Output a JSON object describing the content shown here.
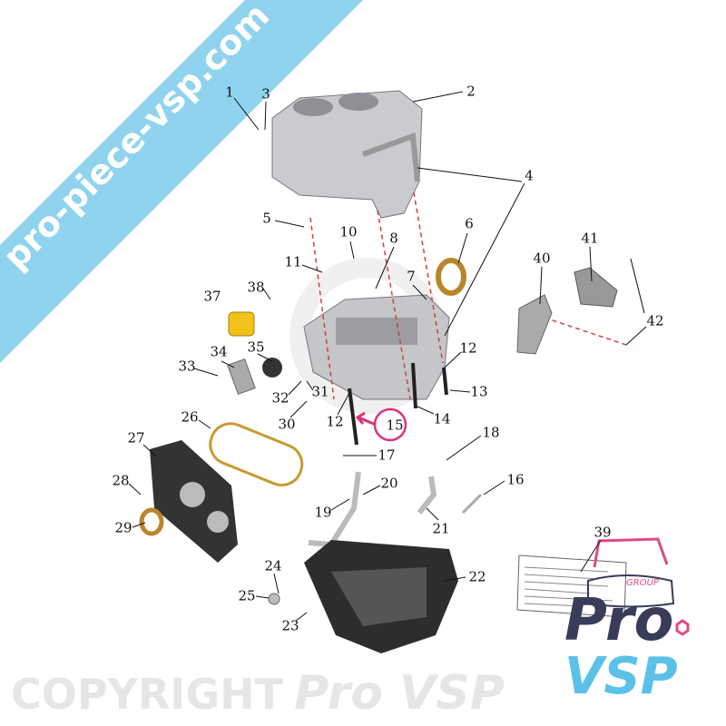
{
  "banner": {
    "text": "pro-piece-vsp.com",
    "color": "#8fd3ee"
  },
  "watermark": {
    "text": "COPYRIGHT",
    "brand": "Pro VSP"
  },
  "highlight": {
    "callout": "15",
    "color": "#e0307a"
  },
  "callouts": [
    "1",
    "2",
    "3",
    "4",
    "5",
    "6",
    "7",
    "8",
    "10",
    "11",
    "12",
    "12",
    "13",
    "14",
    "15",
    "16",
    "17",
    "18",
    "19",
    "20",
    "21",
    "22",
    "23",
    "24",
    "25",
    "26",
    "27",
    "28",
    "29",
    "30",
    "31",
    "32",
    "33",
    "34",
    "35",
    "37",
    "38",
    "39",
    "40",
    "41",
    "42"
  ],
  "logo": {
    "line1": "Pro",
    "line2": "VSP",
    "tag": "GROUP",
    "colors": {
      "pro": "#383c58",
      "vsp": "#5cc1e8",
      "accent": "#e04a86"
    }
  }
}
